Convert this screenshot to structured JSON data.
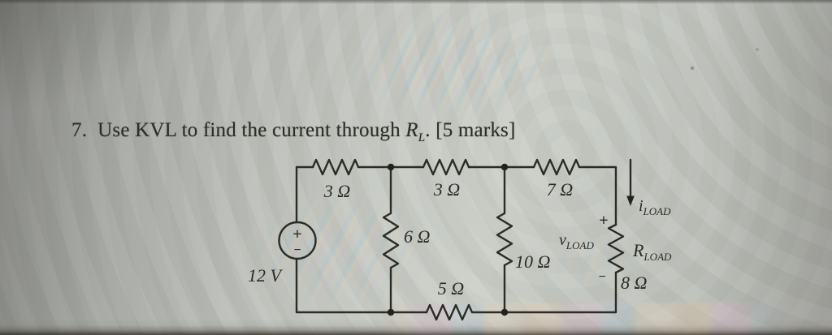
{
  "colors": {
    "background": "#b7bab3",
    "wire": "#2c2c26",
    "ink": "#2d2d26",
    "moire_blue": "#94b8de",
    "moire_peach": "#eed6aa",
    "moire_pink": "#d6bad4"
  },
  "problem": {
    "number": "7.",
    "text": "Use KVL to find the current through",
    "variable": "R",
    "variable_sub": "L",
    "tail": ". [5 marks]"
  },
  "circuit": {
    "source": {
      "label": "12 V",
      "plus": "+",
      "minus": "−"
    },
    "resistors": {
      "top_left": "3 Ω",
      "top_middle": "3 Ω",
      "top_right": "7 Ω",
      "middle_left": "6 Ω",
      "middle_right": "10 Ω",
      "bottom": "5 Ω",
      "load_value": "8 Ω"
    },
    "load": {
      "current_symbol": "i",
      "voltage_symbol": "v",
      "resistor_symbol": "R",
      "subscript": "LOAD",
      "plus": "+",
      "minus": "−"
    }
  }
}
